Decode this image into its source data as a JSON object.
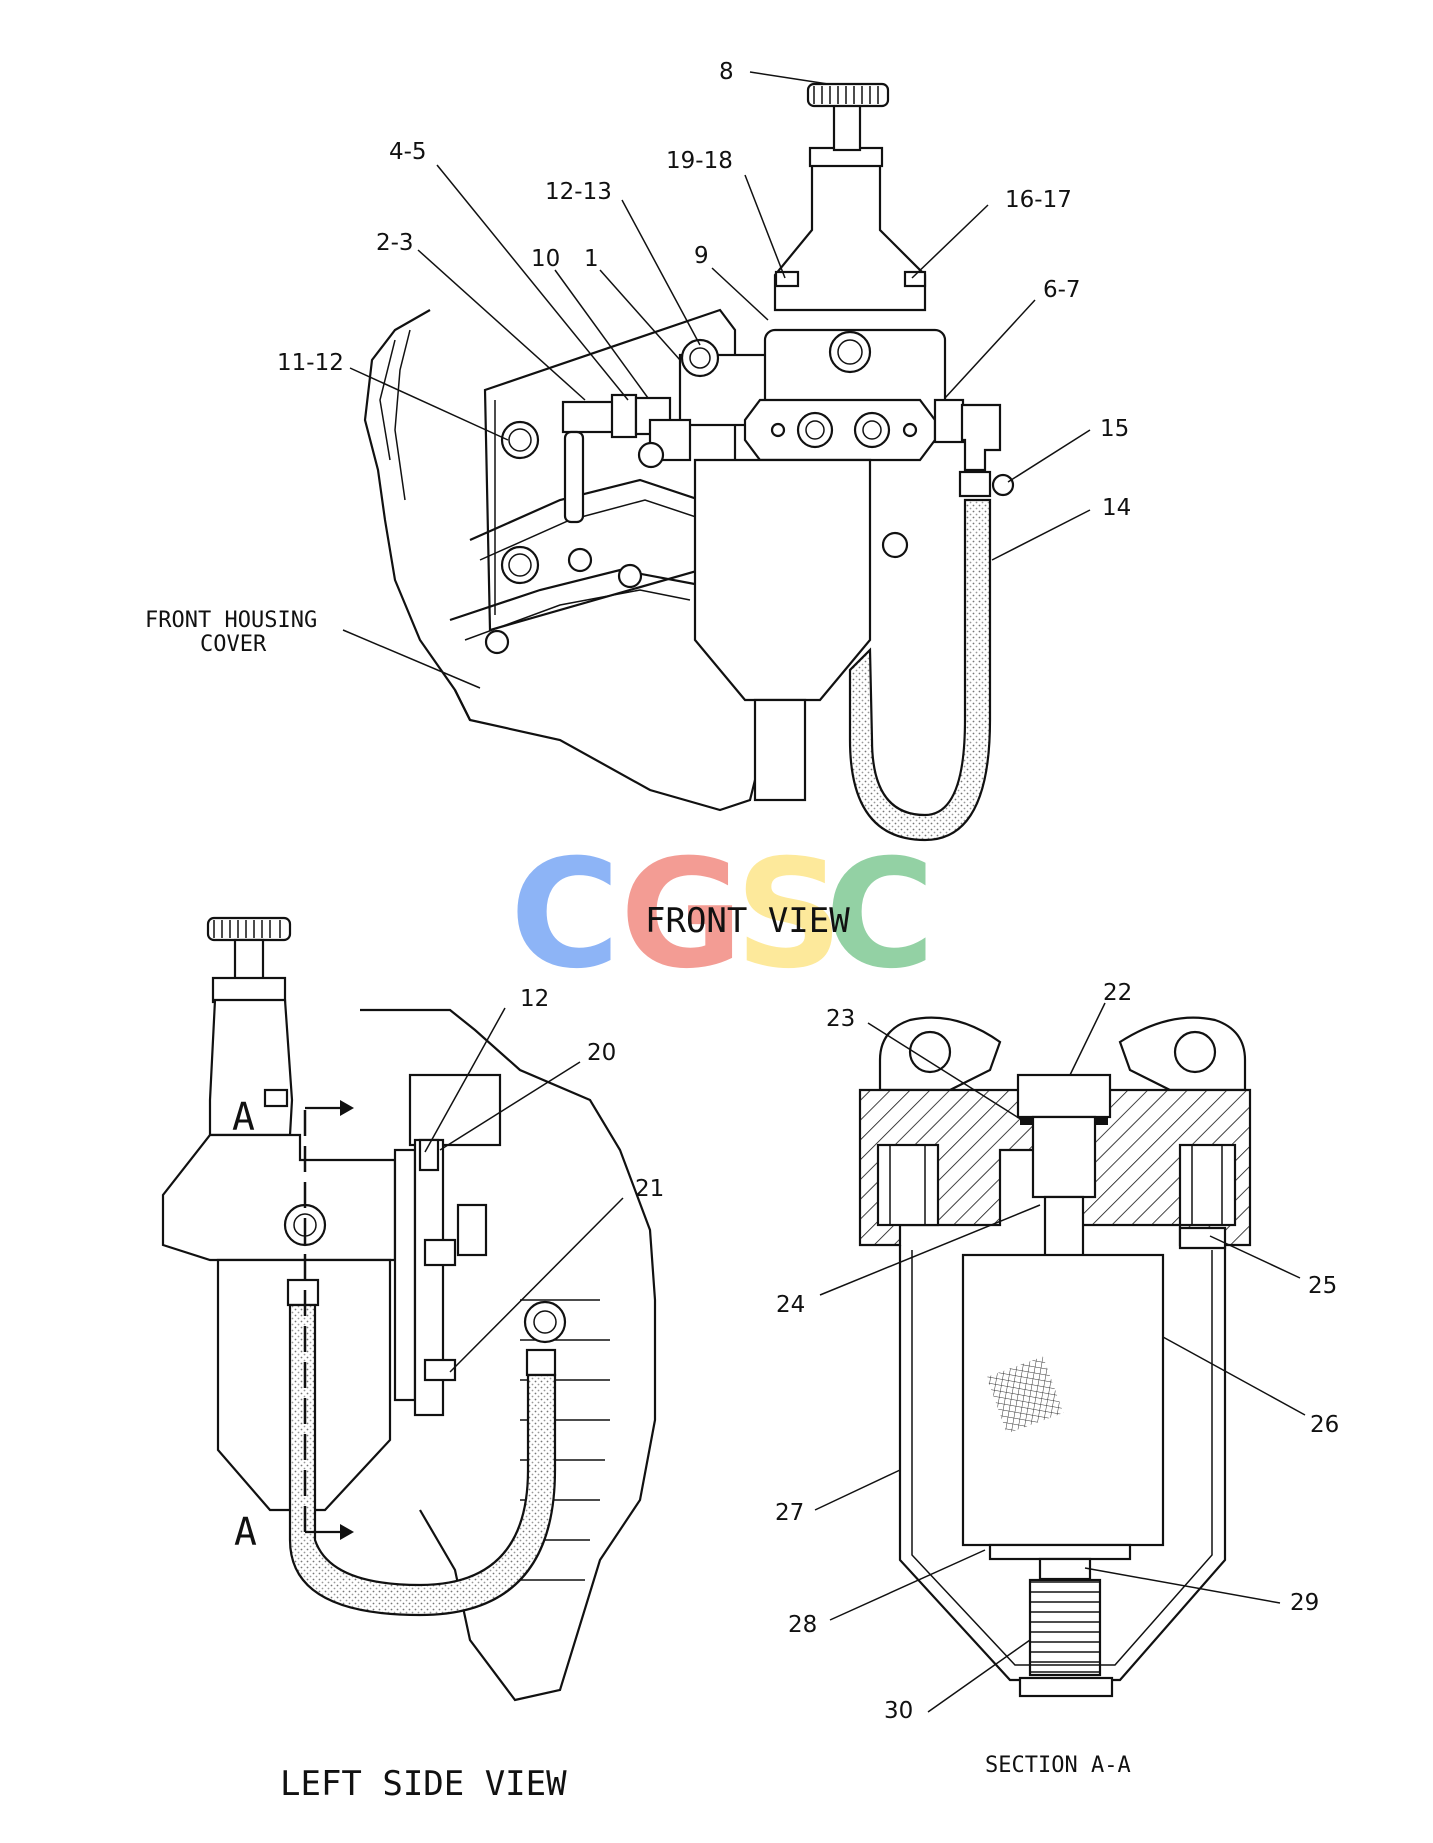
{
  "views": {
    "front_view": {
      "caption": "FRONT VIEW",
      "front_housing_cover_line1": "FRONT HOUSING",
      "front_housing_cover_line2": "COVER"
    },
    "left_side_view": {
      "caption": "LEFT SIDE VIEW",
      "section_marker_top": "A",
      "section_marker_bottom": "A"
    },
    "section_view": {
      "caption": "SECTION A-A"
    }
  },
  "callouts": {
    "c8": "8",
    "c4_5": "4-5",
    "c19_18": "19-18",
    "c12_13": "12-13",
    "c16_17": "16-17",
    "c2_3": "2-3",
    "c10": "10",
    "c1": "1",
    "c9": "9",
    "c6_7": "6-7",
    "c11_12": "11-12",
    "c15": "15",
    "c14": "14",
    "c12": "12",
    "c20": "20",
    "c21": "21",
    "c22": "22",
    "c23": "23",
    "c24": "24",
    "c25": "25",
    "c26": "26",
    "c27": "27",
    "c28": "28",
    "c29": "29",
    "c30": "30"
  },
  "watermark": {
    "letters": [
      "C",
      "G",
      "S",
      "C"
    ],
    "colors": [
      "#7aa7f5",
      "#f28b82",
      "#fde68a",
      "#81c995"
    ]
  }
}
